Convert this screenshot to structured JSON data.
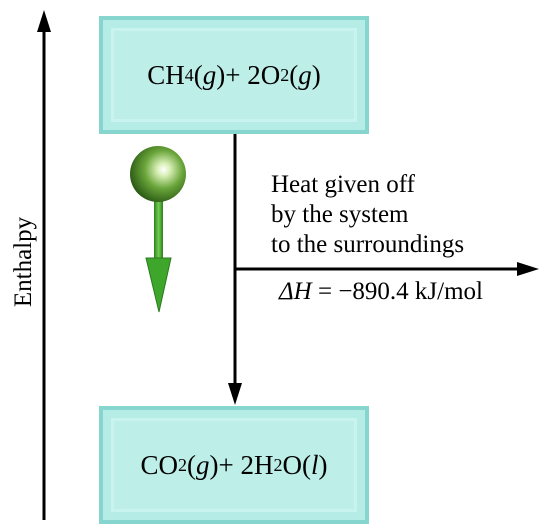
{
  "y_axis_label": "Enthalpy",
  "reactants": {
    "term1": "CH",
    "term1_sub": "4",
    "term1_state": "g",
    "plus": " + 2O",
    "term2_sub": "2",
    "term2_state": "g"
  },
  "products": {
    "term1": "CO",
    "term1_sub": "2",
    "term1_state": "g",
    "plus": " + 2H",
    "term2_sub": "2",
    "term2_tail": "O",
    "term2_state": "l"
  },
  "heat_text": {
    "line1": "Heat given off",
    "line2": "by the system",
    "line3": "to the surroundings"
  },
  "delta_h": {
    "symbol": "ΔH",
    "value": " = −890.4 kJ/mol"
  },
  "colors": {
    "box_fill": "#b6ece6",
    "box_border": "#86d6cf",
    "ball": "#4a8a2a",
    "arrow_green": "#3fa62c"
  }
}
